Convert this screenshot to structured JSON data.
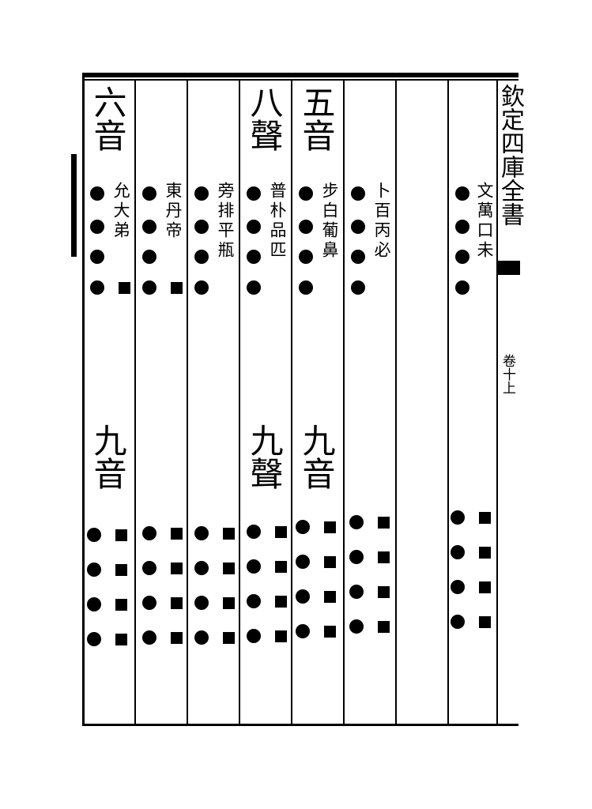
{
  "header": {
    "book_title": "欽定四庫全書",
    "juan": "卷十上"
  },
  "columns": [
    {
      "id": "col1",
      "top_head": "六音",
      "top_chars": [
        "允",
        "大",
        "弟"
      ],
      "bottom_head": "九音"
    },
    {
      "id": "col2",
      "top_chars": [
        "東",
        "丹",
        "帝"
      ]
    },
    {
      "id": "col3",
      "top_chars": [
        "旁",
        "排",
        "平",
        "瓶"
      ]
    },
    {
      "id": "col4",
      "top_head": "八聲",
      "top_chars": [
        "普",
        "朴",
        "品",
        "匹"
      ],
      "bottom_head": "九聲"
    },
    {
      "id": "col5",
      "top_head": "五音",
      "top_chars": [
        "步",
        "白",
        "葡",
        "鼻"
      ],
      "bottom_head": "九音"
    },
    {
      "id": "col6",
      "top_chars": [
        "卜",
        "百",
        "丙",
        "必"
      ]
    },
    {
      "id": "col7",
      "top_chars": []
    },
    {
      "id": "col8",
      "top_chars": [
        "文",
        "萬",
        "口",
        "未"
      ]
    }
  ]
}
